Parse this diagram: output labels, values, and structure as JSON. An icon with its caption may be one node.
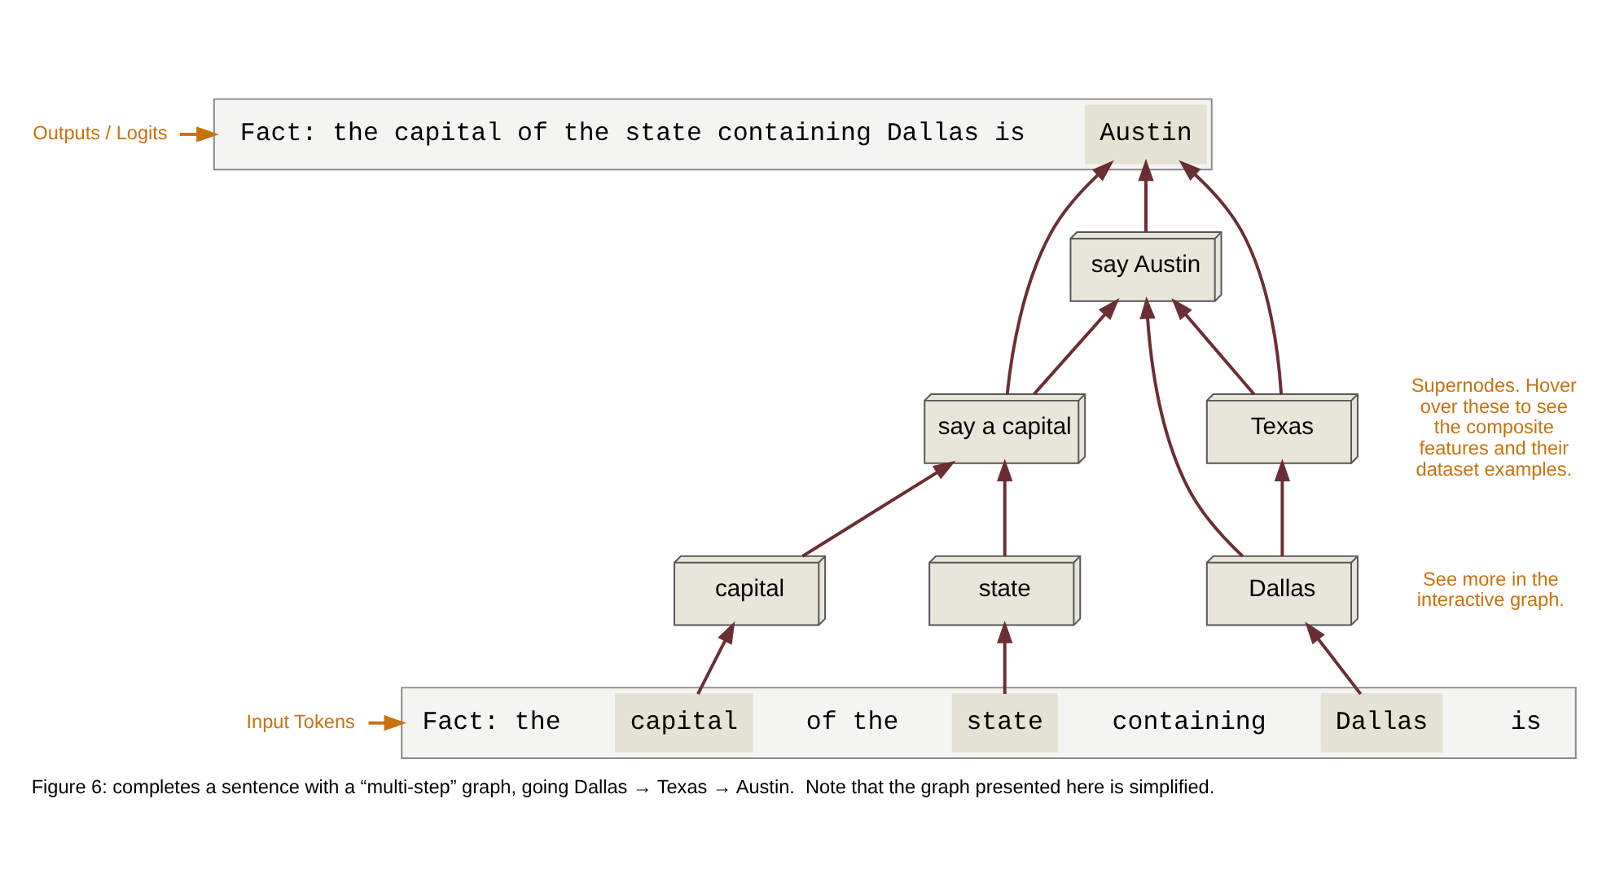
{
  "diagram": {
    "caption": "Figure 6: completes a sentence with a “multi-step” graph, going Dallas → Texas → Austin.  Note that the graph presented here is simplified.",
    "nodes": [
      {
        "text": [],
        "shape": "box"
      },
      {
        "text": [
          "Fact: the capital of the state containing Dallas is"
        ],
        "in": 0
      },
      {
        "text": [
          "Austin"
        ],
        "in": 0
      },
      {
        "text": [
          "say Austin"
        ]
      },
      {
        "text": [
          "say a capital"
        ]
      },
      {
        "text": [
          "Texas"
        ]
      },
      {
        "text": [
          "capital"
        ]
      },
      {
        "text": [
          "state"
        ]
      },
      {
        "text": [
          "Dallas"
        ]
      },
      {
        "text": [],
        "shape": "box"
      },
      {
        "text": [
          "Fact: the"
        ],
        "in": 9
      },
      {
        "text": [
          "capital"
        ],
        "in": 9
      },
      {
        "text": [
          "of the"
        ],
        "in": 9
      },
      {
        "text": [
          "state"
        ],
        "in": 9
      },
      {
        "text": [
          "containing"
        ],
        "in": 9
      },
      {
        "text": [
          "Dallas"
        ],
        "in": 9
      },
      {
        "text": [
          "is"
        ],
        "in": 9
      },
      {
        "text": [
          "Outputs / Logits"
        ]
      },
      {
        "text": [
          "Input Tokens"
        ]
      }
    ],
    "edges": [
      {
        "from": 11,
        "to": 6,
        "arrow": "to"
      },
      {
        "from": 13,
        "to": 7,
        "arrow": "to"
      },
      {
        "from": 15,
        "to": 8,
        "arrow": "to"
      },
      {
        "from": 6,
        "to": 4,
        "arrow": "to"
      },
      {
        "from": 7,
        "to": 4,
        "arrow": "to"
      },
      {
        "from": 8,
        "to": 5,
        "arrow": "to"
      },
      {
        "from": 8,
        "to": 3,
        "arrow": "to"
      },
      {
        "from": 4,
        "to": 3,
        "arrow": "to"
      },
      {
        "from": 5,
        "to": 3,
        "arrow": "to"
      },
      {
        "from": 4,
        "to": 2,
        "arrow": "to"
      },
      {
        "from": 5,
        "to": 2,
        "arrow": "to"
      },
      {
        "from": 3,
        "to": 2,
        "arrow": "to"
      },
      {
        "from": 17,
        "to": 0,
        "arrow": "to",
        "color": "#c8720f"
      },
      {
        "from": 18,
        "to": 9,
        "arrow": "to",
        "color": "#c8720f"
      }
    ],
    "labels": [
      "Supernodes. Hover over these to see the composite features and their dataset examples.",
      "See more in the interactive graph."
    ]
  }
}
